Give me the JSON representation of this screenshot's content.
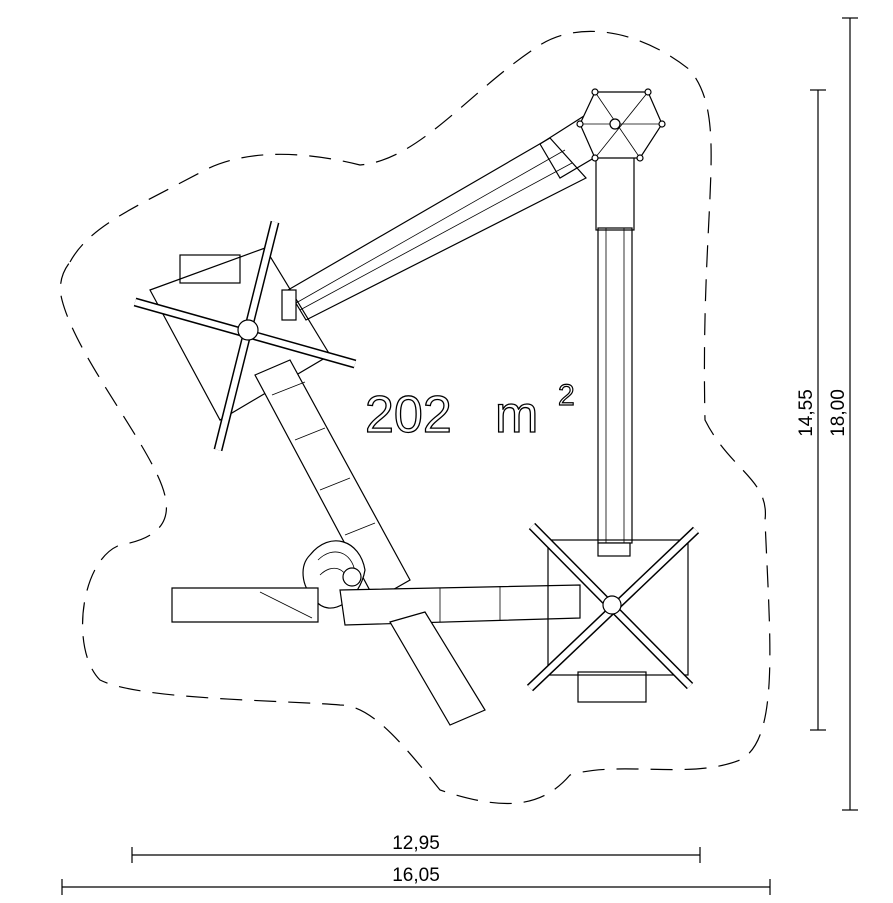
{
  "plan": {
    "area_value": "202",
    "area_unit": "m",
    "area_exponent": "2"
  },
  "dimensions": {
    "width_inner": "12,95",
    "width_outer": "16,05",
    "height_inner": "14,55",
    "height_outer": "18,00"
  }
}
